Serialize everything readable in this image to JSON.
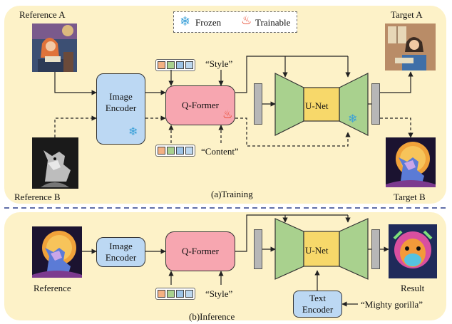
{
  "legend": {
    "frozen_label": "Frozen",
    "trainable_label": "Trainable",
    "frozen_icon": "snowflake-icon",
    "trainable_icon": "flame-icon"
  },
  "training": {
    "caption": "(a)Training",
    "reference_a_label": "Reference A",
    "reference_b_label": "Reference B",
    "target_a_label": "Target A",
    "target_b_label": "Target B",
    "image_encoder_label": "Image Encoder",
    "qformer_label": "Q-Former",
    "unet_label": "U-Net",
    "style_prompt": "“Style”",
    "content_prompt": "“Content”"
  },
  "inference": {
    "caption": "(b)Inference",
    "reference_label": "Reference",
    "result_label": "Result",
    "image_encoder_label": "Image Encoder",
    "qformer_label": "Q-Former",
    "unet_label": "U-Net",
    "text_encoder_label": "Text Encoder",
    "style_prompt": "“Style”",
    "text_prompt": "“Mighty gorilla”"
  },
  "colors": {
    "panel_bg": "#fdf2c8",
    "encoder_fill": "#bcd8f3",
    "qformer_fill": "#f7a6b0",
    "unet_side_fill": "#a9d18e",
    "unet_center_fill": "#f7d86a",
    "token_colors": [
      "#f4b183",
      "#a9d18e",
      "#9dc3e6",
      "#bdd7ee"
    ]
  }
}
